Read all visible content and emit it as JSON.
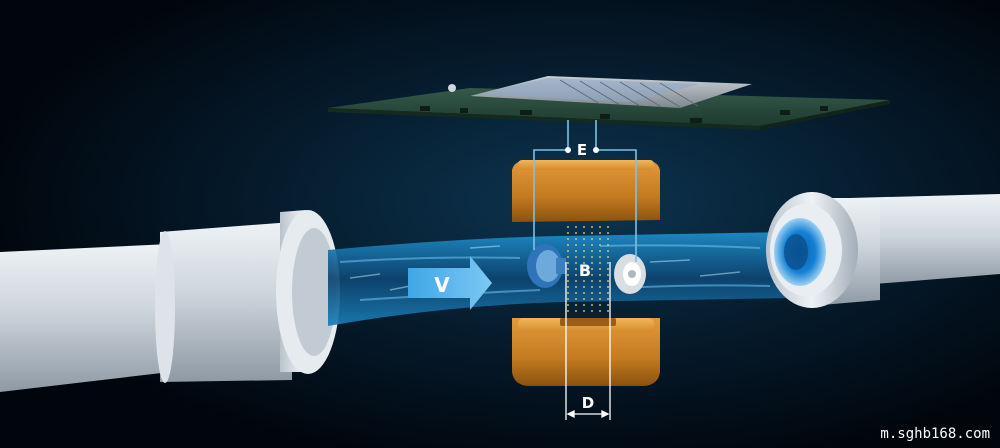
{
  "diagram": {
    "labels": {
      "velocity": "V",
      "magnetic_field": "B",
      "voltage": "E",
      "diameter": "D"
    },
    "watermark": "m.sghb168.com"
  },
  "colors": {
    "background": "#020b16",
    "pipe": "#cfd6dd",
    "fluid": "#1b6fa8",
    "magnet": "#c77e22",
    "circuit_board": "#2b4b3a",
    "wire": "#7ec0e8",
    "arrow": "#3fa6e6"
  }
}
